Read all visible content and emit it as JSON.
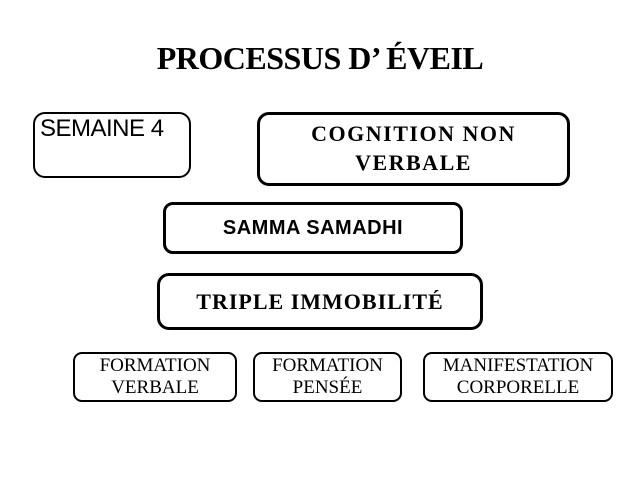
{
  "slide": {
    "title": "PROCESSUS D’ ÉVEIL",
    "colors": {
      "background": "#ffffff",
      "border": "#000000",
      "text": "#000000"
    },
    "boxes": {
      "semaine": {
        "label": "SEMAINE 4"
      },
      "cognition": {
        "line1": "COGNITION NON",
        "line2": "VERBALE"
      },
      "samadhi": {
        "label": "SAMMA SAMADHI"
      },
      "triple": {
        "label": "TRIPLE IMMOBILITÉ"
      },
      "formation_verbale": {
        "line1": "FORMATION",
        "line2": "VERBALE"
      },
      "formation_pensee": {
        "line1": "FORMATION",
        "line2": "PENSÉE"
      },
      "manifestation_corporelle": {
        "line1": "MANIFESTATION",
        "line2": "CORPORELLE"
      }
    }
  }
}
